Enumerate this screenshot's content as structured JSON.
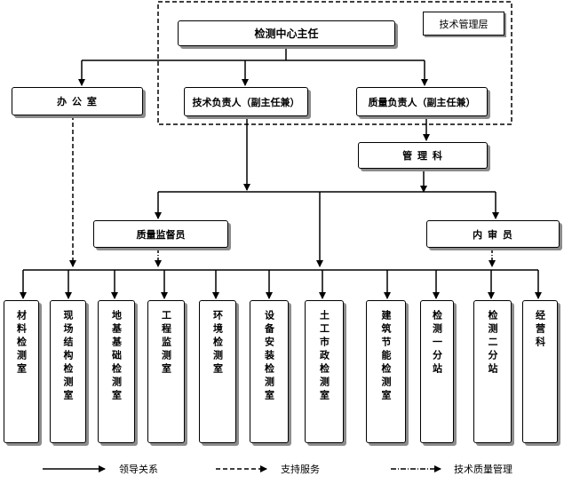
{
  "management_group_label": "技术管理层",
  "top": {
    "director": "检测中心主任"
  },
  "second": {
    "office": "办 公 室",
    "tech_lead": "技术负责人（副主任兼）",
    "quality_lead": "质量负责人（副主任兼）"
  },
  "management_dept": "管 理 科",
  "quality_supervisor": "质量监督员",
  "internal_auditor": "内 审 员",
  "departments": [
    "材料检测室",
    "现场结构检测室",
    "地基基础检测室",
    "工程监测室",
    "环境检测室",
    "设备安装检测室",
    "土工市政检测室",
    "建筑节能检测室",
    "检测一分站",
    "检测二分站",
    "经营科"
  ],
  "legend": {
    "leadership": "领导关系",
    "support": "支持服务",
    "tech_quality": "技术质量管理"
  }
}
